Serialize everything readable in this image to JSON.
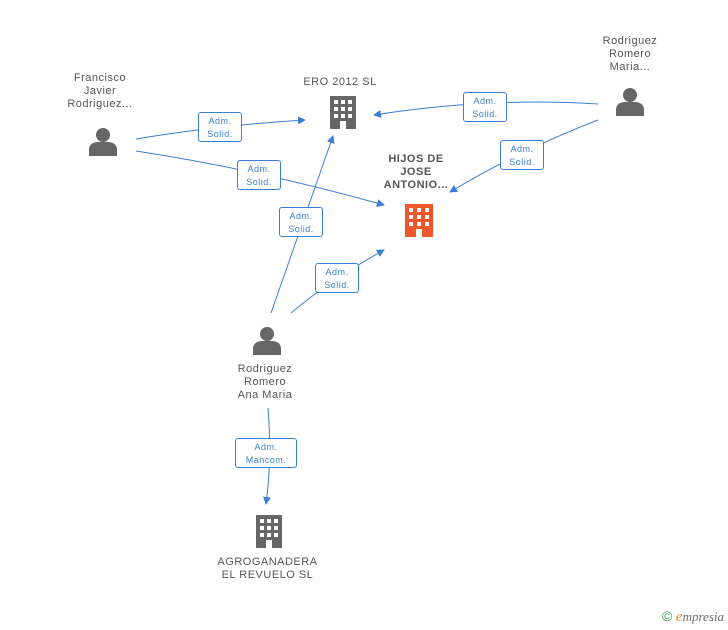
{
  "nodes": {
    "francisco": {
      "lines": [
        "Francisco",
        "Javier",
        "Rodriguez..."
      ]
    },
    "ero2012": {
      "lines": [
        "ERO 2012 SL"
      ]
    },
    "rodriguez_maria": {
      "lines": [
        "Rodriguez",
        "Romero",
        "Maria..."
      ]
    },
    "hijos": {
      "lines": [
        "HIJOS DE",
        "JOSE",
        "ANTONIO..."
      ]
    },
    "ana_maria": {
      "lines": [
        "Rodriguez",
        "Romero",
        "Ana Maria"
      ]
    },
    "agroganadera": {
      "lines": [
        "AGROGANADERA",
        "EL REVUELO SL"
      ]
    }
  },
  "edges": {
    "e1": [
      "Adm.",
      "Solid."
    ],
    "e2": [
      "Adm.",
      "Solid."
    ],
    "e3": [
      "Adm.",
      "Solid."
    ],
    "e4": [
      "Adm.",
      "Solid."
    ],
    "e5": [
      "Adm.",
      "Solid."
    ],
    "e6": [
      "Adm.",
      "Solid."
    ],
    "e7": [
      "Adm.",
      "Mancom."
    ]
  },
  "colors": {
    "edge": "#3b7fd4",
    "person": "#666666",
    "company": "#666666",
    "focus_company": "#f0582b"
  },
  "footer": {
    "copyright": "©",
    "brand_initial": "e",
    "brand_rest": "mpresia"
  }
}
